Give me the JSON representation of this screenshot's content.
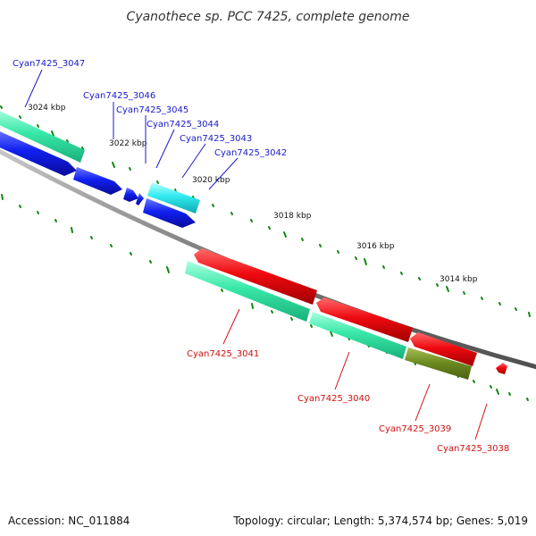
{
  "title": "Cyanothece sp. PCC 7425, complete genome",
  "colors": {
    "forward_cds": "#0f1fe6",
    "reverse_cds": "#e6000f",
    "forward_ring": "#36e6a8",
    "reverse_ring": "#30e6a0",
    "cyan_feature": "#2ee8ea",
    "olive_feature": "#6a8a1c",
    "backbone": "#8a8a8a",
    "tick": "#108a10",
    "label_forward": "#1a1ac8",
    "label_reverse": "#d01010"
  },
  "ticks": [
    "3024 kbp",
    "3022 kbp",
    "3020 kbp",
    "3018 kbp",
    "3016 kbp",
    "3014 kbp"
  ],
  "genes": [
    {
      "name": "Cyan7425_3047",
      "strand": "forward"
    },
    {
      "name": "Cyan7425_3046",
      "strand": "forward"
    },
    {
      "name": "Cyan7425_3045",
      "strand": "forward"
    },
    {
      "name": "Cyan7425_3044",
      "strand": "forward"
    },
    {
      "name": "Cyan7425_3043",
      "strand": "forward"
    },
    {
      "name": "Cyan7425_3042",
      "strand": "forward"
    },
    {
      "name": "Cyan7425_3041",
      "strand": "reverse"
    },
    {
      "name": "Cyan7425_3040",
      "strand": "reverse"
    },
    {
      "name": "Cyan7425_3039",
      "strand": "reverse"
    },
    {
      "name": "Cyan7425_3038",
      "strand": "reverse"
    }
  ],
  "footer": {
    "accession": "Accession: NC_011884",
    "topology": "Topology: circular; Length: 5,374,574 bp; Genes: 5,019"
  }
}
